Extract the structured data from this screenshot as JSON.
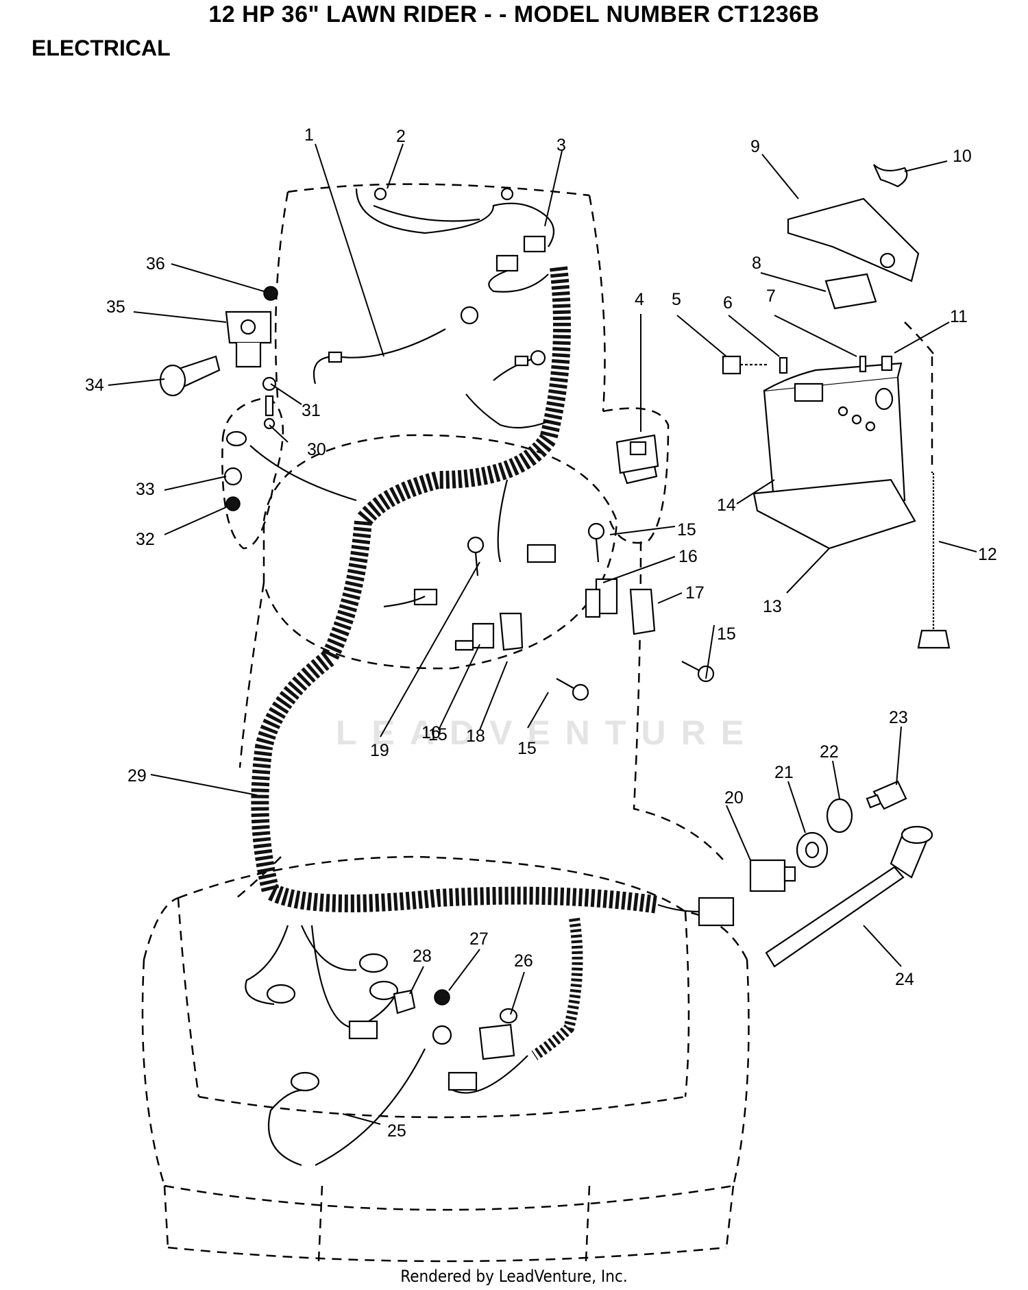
{
  "header": {
    "title": "12 HP 36\" LAWN RIDER - - MODEL NUMBER CT1236B",
    "section": "ELECTRICAL"
  },
  "watermark": "LEADVENTURE",
  "footer": "Rendered by LeadVenture, Inc.",
  "callouts": [
    "1",
    "2",
    "3",
    "4",
    "5",
    "6",
    "7",
    "8",
    "9",
    "10",
    "11",
    "12",
    "13",
    "14",
    "15",
    "15",
    "15",
    "15",
    "16",
    "16",
    "17",
    "18",
    "19",
    "20",
    "21",
    "22",
    "23",
    "24",
    "25",
    "26",
    "27",
    "28",
    "29",
    "30",
    "31",
    "32",
    "33",
    "34",
    "35",
    "36"
  ]
}
